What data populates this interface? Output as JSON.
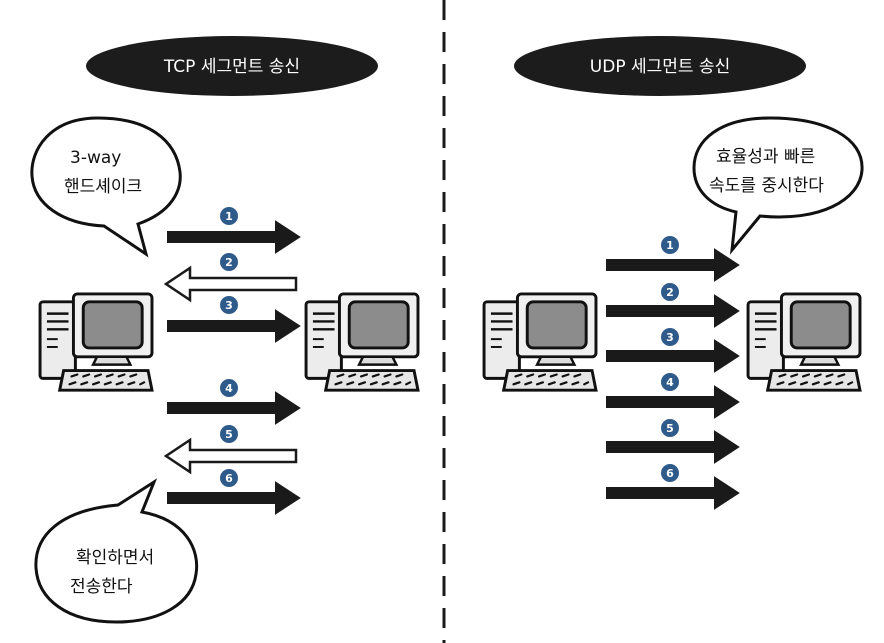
{
  "tcp": {
    "title": "TCP 세그먼트 송신",
    "bubble_top": [
      "3-way",
      "핸드셰이크"
    ],
    "bubble_bottom": [
      "확인하면서",
      "전송한다"
    ],
    "steps": [
      "1",
      "2",
      "3",
      "4",
      "5",
      "6"
    ]
  },
  "udp": {
    "title": "UDP 세그먼트 송신",
    "bubble": [
      "효율성과 빠른",
      "속도를 중시한다"
    ],
    "steps": [
      "1",
      "2",
      "3",
      "4",
      "5",
      "6"
    ]
  },
  "colors": {
    "pill": "#1c1c1c",
    "badge": "#2f5b8a",
    "arrow": "#1a1a1a",
    "screen": "#8c8c8c"
  }
}
